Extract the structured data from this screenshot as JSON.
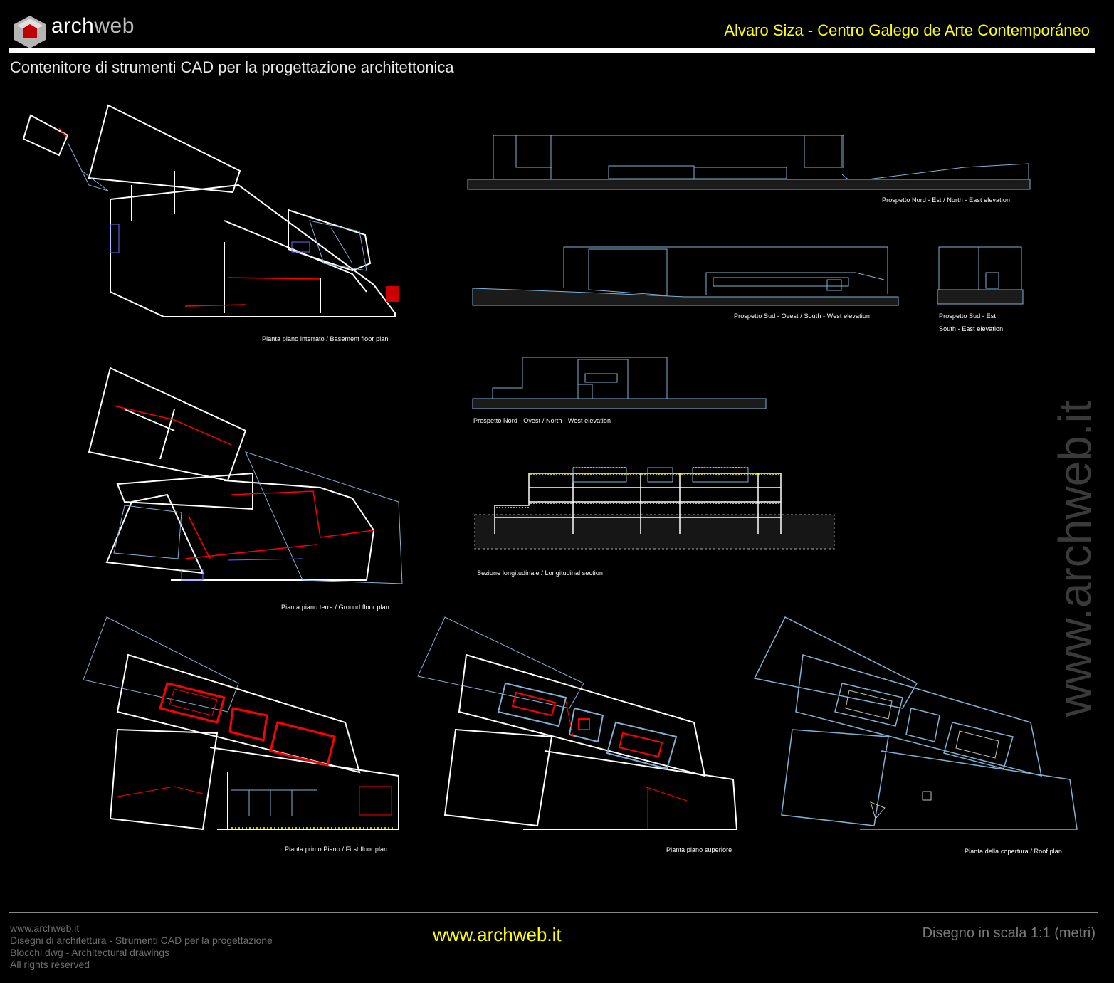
{
  "header": {
    "logo_word_a": "arch",
    "logo_word_b": "web",
    "title": "Alvaro Siza - Centro Galego de Arte Contemporáneo",
    "subtitle": "Contenitore di strumenti CAD per la progettazione architettonica"
  },
  "drawings": {
    "basement": "Pianta piano interrato / Basement floor plan",
    "ground": "Pianta piano terra / Ground floor plan",
    "first": "Pianta primo Piano / First floor plan",
    "upper": "Pianta piano superiore",
    "roof": "Pianta della copertura  /  Roof plan",
    "elev_ne": "Prospetto Nord - Est  /  North - East elevation",
    "elev_sw": "Prospetto Sud - Ovest  /  South - West elevation",
    "elev_se_a": "Prospetto Sud - Est",
    "elev_se_b": "South - East elevation",
    "elev_nw": "Prospetto Nord - Ovest   /   North - West elevation",
    "section": "Sezione longitudinale  /  Longitudinal section"
  },
  "watermark": "www.archweb.it",
  "footer": {
    "line1": "www.archweb.it",
    "line2": "Disegni di architettura - Strumenti CAD  per la progettazione",
    "line3": "Blocchi dwg - Architectural drawings",
    "line4": "All rights reserved",
    "url": "www.archweb.it",
    "scale": "Disegno in scala 1:1 (metri)"
  },
  "colors": {
    "background": "#000000",
    "accent": "#ffff00",
    "wall": "#ffffff",
    "line_cyan": "#7fb3d5",
    "line_red": "#ff0000",
    "line_blue": "#6b6bff"
  }
}
